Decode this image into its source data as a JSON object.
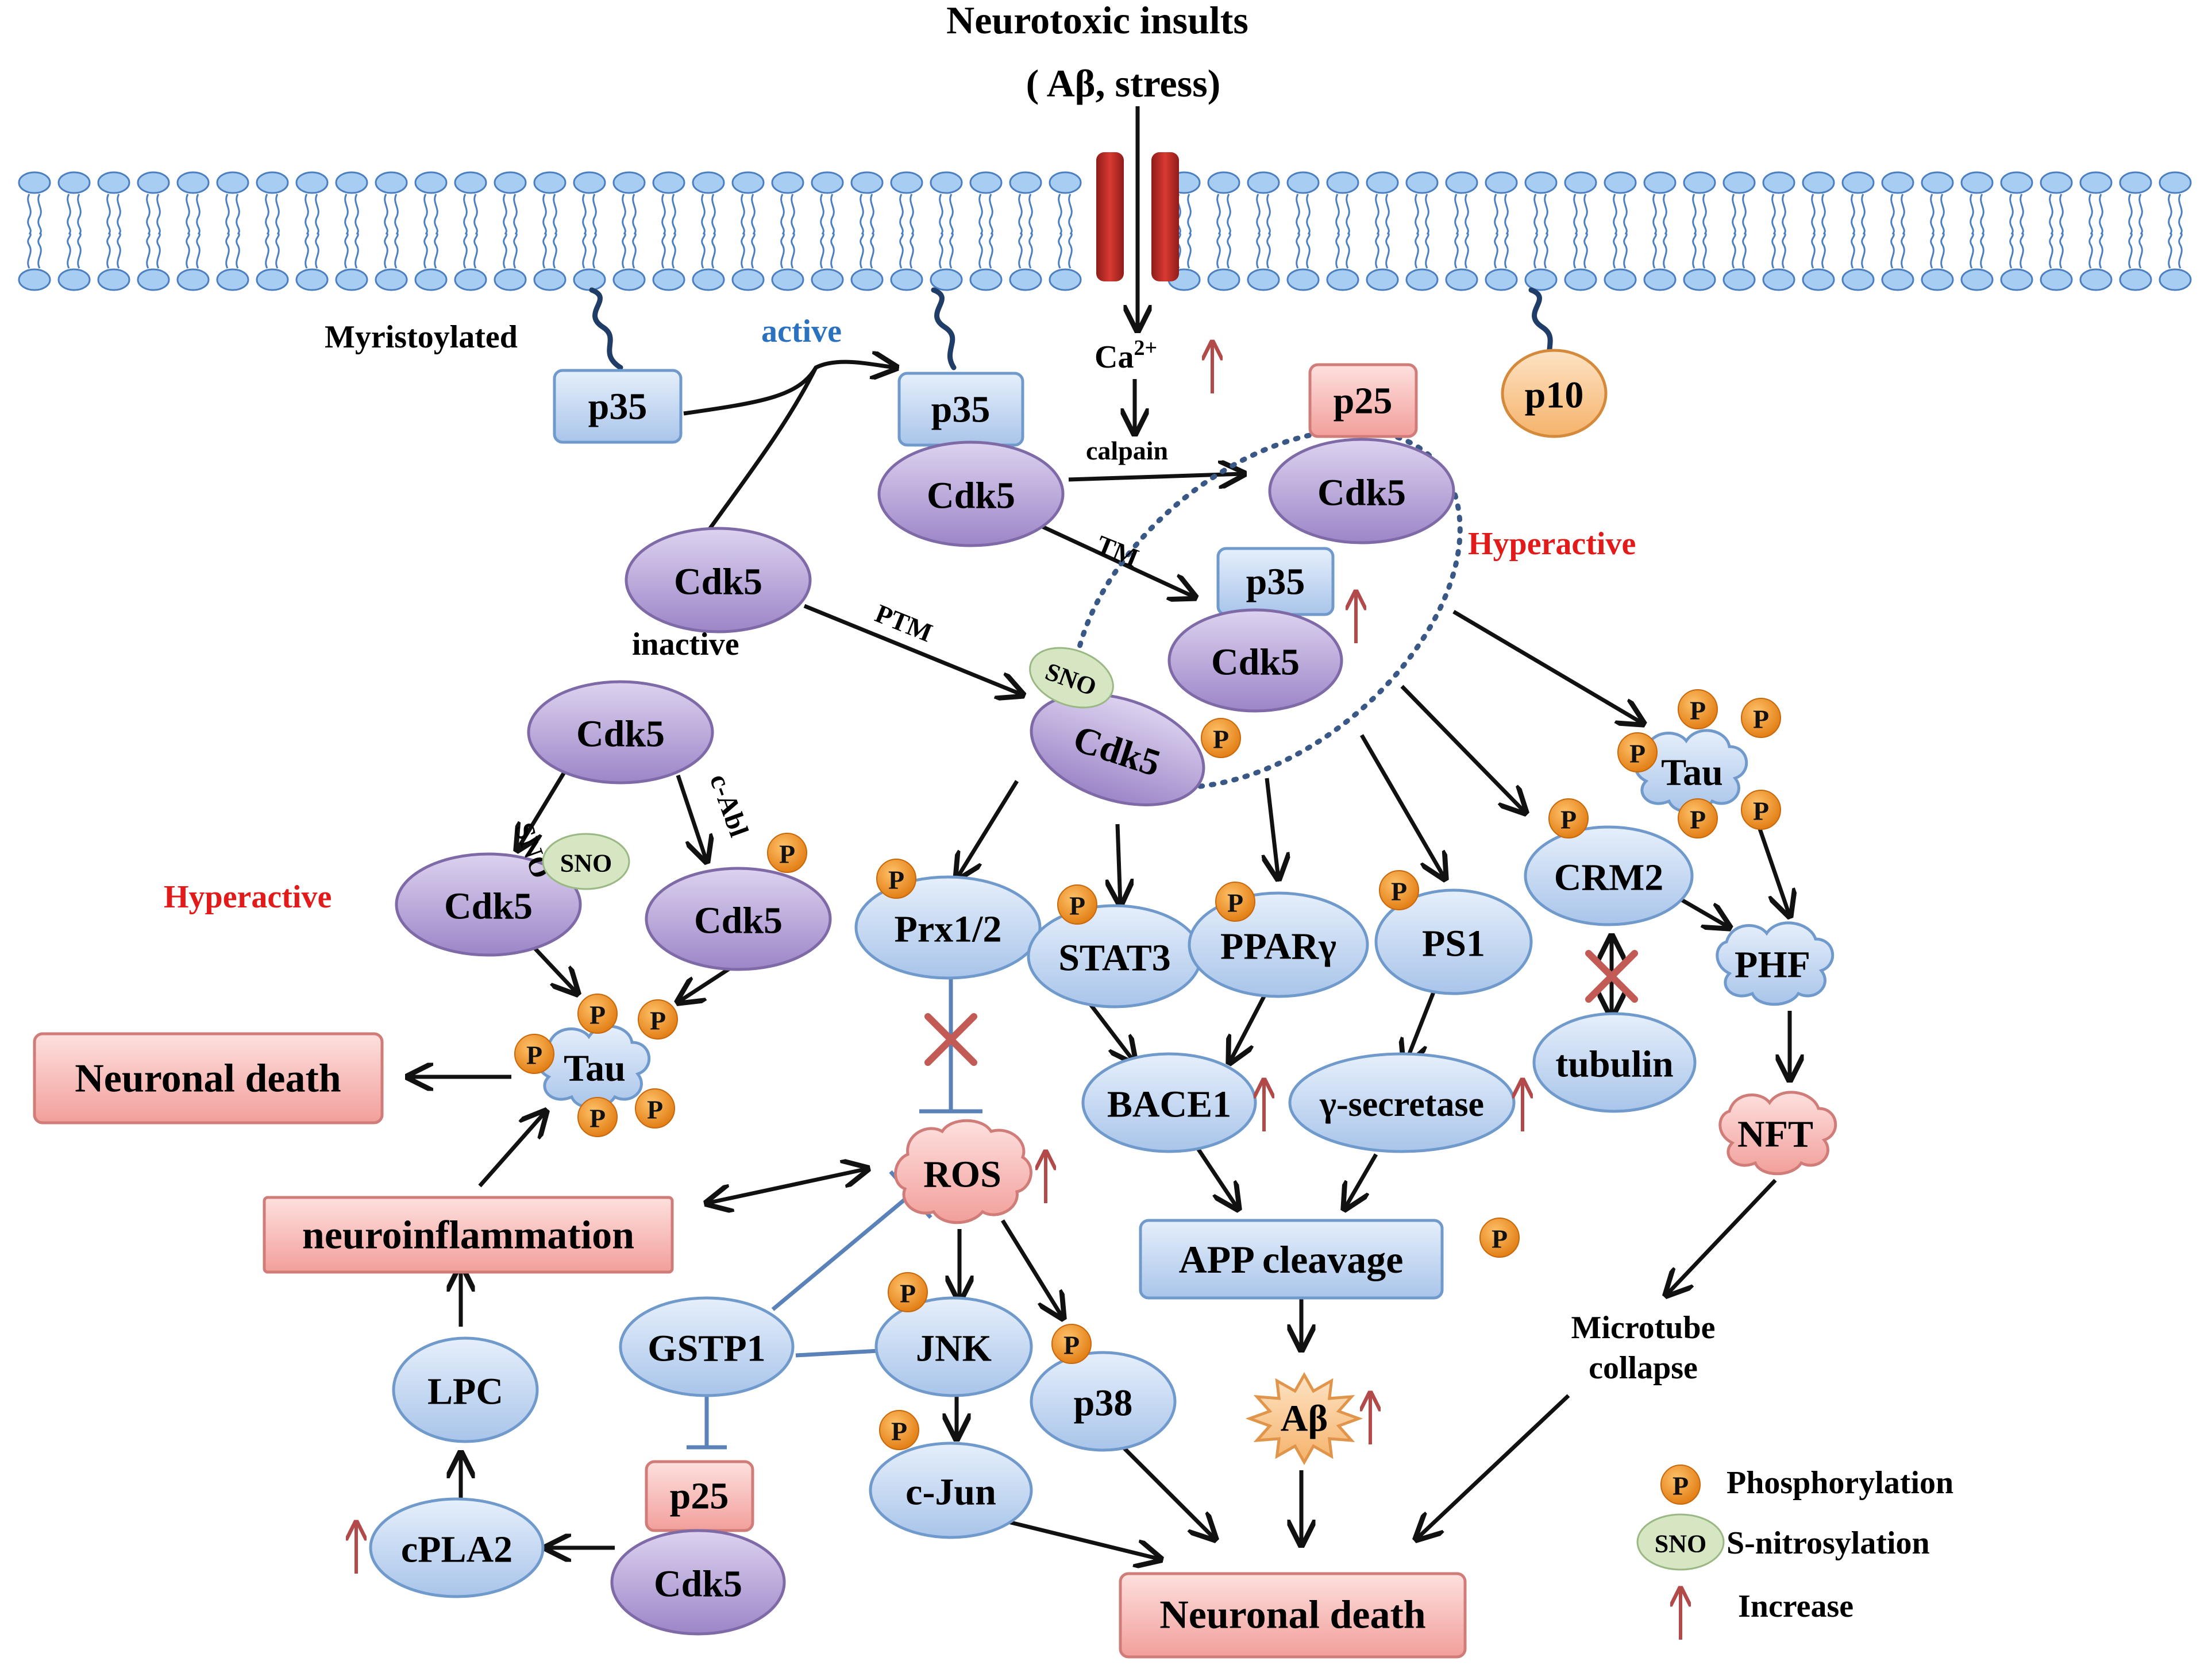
{
  "header": {
    "title_line1": "Neurotoxic insults",
    "title_line2": "( Aβ, stress)"
  },
  "labels": {
    "myristoylated": "Myristoylated",
    "active": "active",
    "calcium": "Ca",
    "calcium_sup": "2+",
    "calpain": "calpain",
    "tm": "TM",
    "ptm": "PTM",
    "hyperactive_right": "Hyperactive",
    "hyperactive_left": "Hyperactive",
    "inactive": "inactive",
    "sno_edge": "SNO",
    "cabl_edge": "c-Abl",
    "microtube_line1": "Microtube",
    "microtube_line2": "collapse"
  },
  "nodes": {
    "p35_left": "p35",
    "p35_active": "p35",
    "cdk5_active": "Cdk5",
    "p25_top": "p25",
    "cdk5_p25": "Cdk5",
    "p10": "p10",
    "p35_tm": "p35",
    "cdk5_tm": "Cdk5",
    "cdk5_inactive": "Cdk5",
    "cdk5_ptm": "Cdk5",
    "cdk5_left_top": "Cdk5",
    "cdk5_sno_left": "Cdk5",
    "cdk5_cabl": "Cdk5",
    "tau_left": "Tau",
    "tau_right": "Tau",
    "neuronal_death_left": "Neuronal death",
    "neuroinflammation": "neuroinflammation",
    "lpc": "LPC",
    "cpla2": "cPLA2",
    "gstp1": "GSTP1",
    "p25_bottom": "p25",
    "cdk5_bottom": "Cdk5",
    "prx": "Prx1/2",
    "ros": "ROS",
    "jnk": "JNK",
    "p38": "p38",
    "cjun": "c-Jun",
    "stat3": "STAT3",
    "ppar": "PPARγ",
    "ps1": "PS1",
    "bace1": "BACE1",
    "gamma_secretase": "γ-secretase",
    "app_cleavage": "APP cleavage",
    "abeta": "Aβ",
    "crm2": "CRM2",
    "tubulin": "tubulin",
    "phf": "PHF",
    "nft": "NFT",
    "neuronal_death_bottom": "Neuronal death"
  },
  "badges": {
    "phospho": "P",
    "sno": "SNO"
  },
  "legend": {
    "phosphorylation": "Phosphorylation",
    "s_nitrosylation": "S-nitrosylation",
    "increase": "Increase"
  },
  "colors": {
    "blue_fill": "#c9dcf4",
    "blue_stroke": "#6f9acb",
    "purple_fill": "#b9a6d8",
    "purple_stroke": "#7f6aa8",
    "pink_fill": "#f7b9b6",
    "pink_stroke": "#d07c78",
    "phospho": "#ef8a1e",
    "sno_fill": "#d6e5c2",
    "increase_arrow": "#b34a4a",
    "inhibit": "#5a82b8",
    "dotted": "#3a5886",
    "channel": "#c0302a",
    "red_text": "#e31a1a",
    "blue_text": "#2a72c0"
  }
}
